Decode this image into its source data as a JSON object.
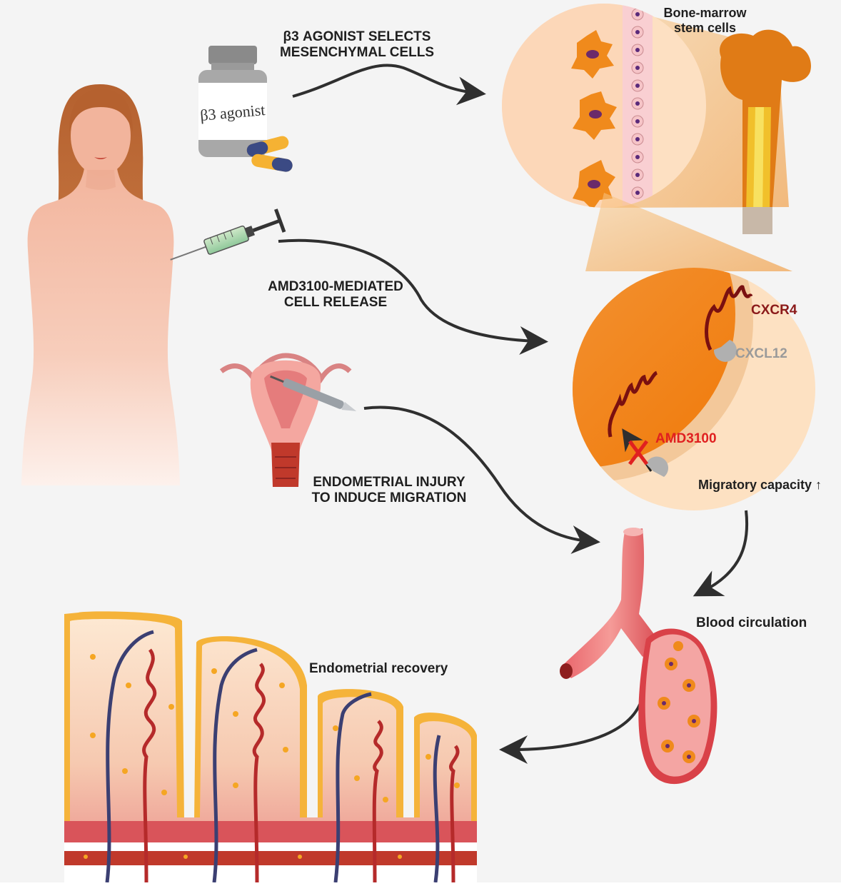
{
  "labels": {
    "step1_line1": "β3 AGONIST SELECTS",
    "step1_line2": "MESENCHYMAL CELLS",
    "step2_line1": "AMD3100-MEDIATED",
    "step2_line2": "CELL RELEASE",
    "step3_line1": "ENDOMETRIAL INJURY",
    "step3_line2": "TO INDUCE MIGRATION",
    "bone_marrow_line1": "Bone-marrow",
    "bone_marrow_line2": "stem cells",
    "cxcr4": "CXCR4",
    "cxcl12": "CXCL12",
    "amd3100": "AMD3100",
    "migratory": "Migratory capacity ↑",
    "blood": "Blood circulation",
    "recovery": "Endometrial recovery",
    "bottle_label": "β3 agonist"
  },
  "colors": {
    "skin": "#f2b59d",
    "hair": "#b8622f",
    "orange": "#f28c1e",
    "cell_orange": "#f5a623",
    "vessel_red": "#c0392b",
    "vein_blue": "#3b3f72",
    "arrow": "#2f2f2f",
    "bg_panel": "#f4f4f4"
  }
}
